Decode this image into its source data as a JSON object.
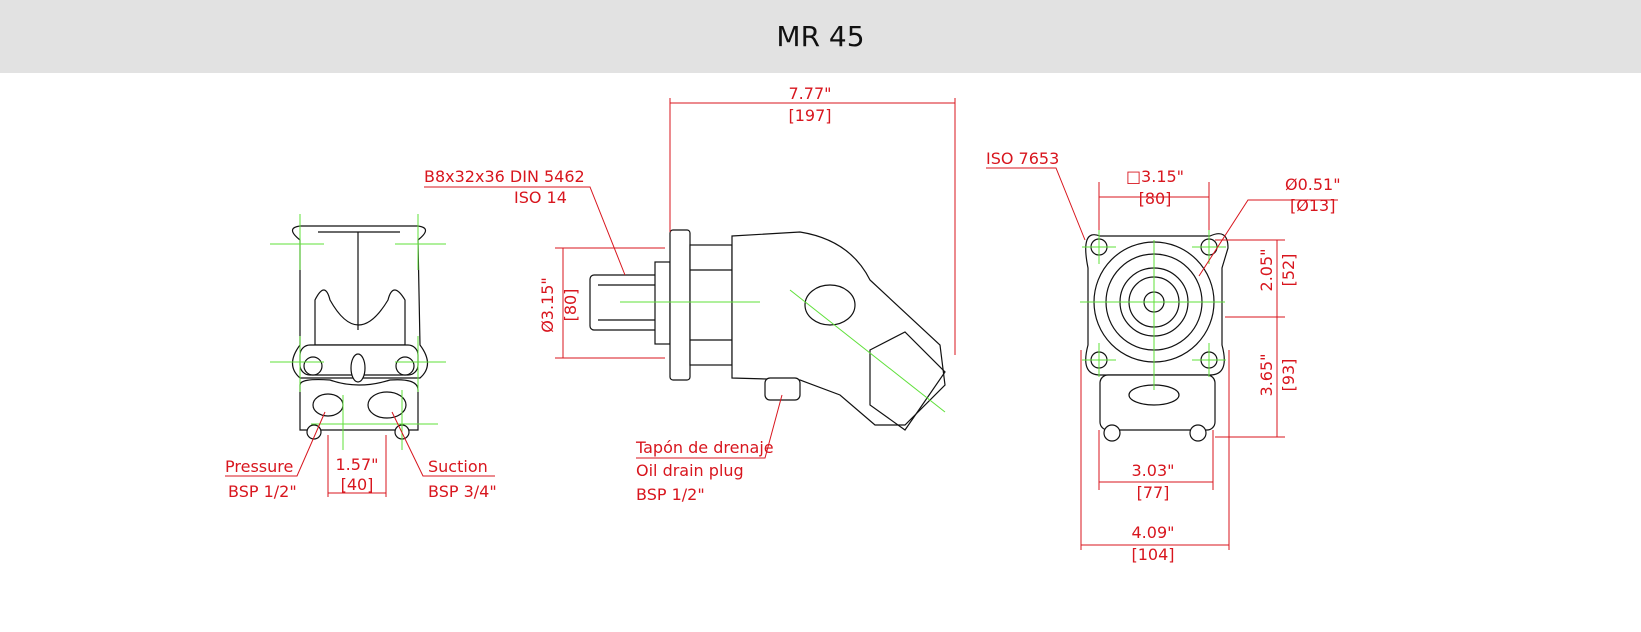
{
  "header": {
    "title": "MR 45"
  },
  "colors": {
    "dimension": "#d8161e",
    "centerline": "#5fe03a",
    "header_bg": "#e2e2e2"
  },
  "rear_view": {
    "pressure_label": "Pressure",
    "pressure_thread": "BSP 1/2\"",
    "suction_label": "Suction",
    "suction_thread": "BSP 3/4\"",
    "port_spacing_in": "1.57\"",
    "port_spacing_mm": "[40]"
  },
  "side_view": {
    "length_in": "7.77\"",
    "length_mm": "[197]",
    "shaft_spec": "B8x32x36 DIN 5462",
    "shaft_standard": "ISO 14",
    "pilot_diameter_in": "Ø3.15\"",
    "pilot_diameter_mm": "[80]",
    "drain_label_es": "Tapón de drenaje",
    "drain_label_en": "Oil drain plug",
    "drain_thread": "BSP 1/2\""
  },
  "front_view": {
    "flange_standard": "ISO 7653",
    "bolt_square_in": "□3.15\"",
    "bolt_square_mm": "[80]",
    "hole_diameter_in": "Ø0.51\"",
    "hole_diameter_mm": "[Ø13]",
    "upper_height_in": "2.05\"",
    "upper_height_mm": "[52]",
    "lower_height_in": "3.65\"",
    "lower_height_mm": "[93]",
    "body_width_in": "3.03\"",
    "body_width_mm": "[77]",
    "flange_width_in": "4.09\"",
    "flange_width_mm": "[104]"
  }
}
